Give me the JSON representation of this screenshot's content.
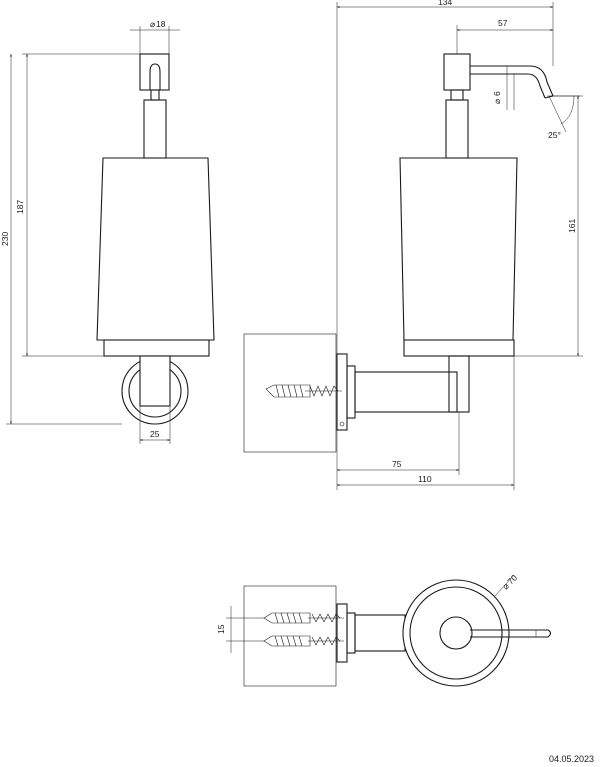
{
  "dimensions": {
    "front": {
      "top_diameter": "18",
      "height_187": "187",
      "height_230": "230",
      "bracket_width": "25"
    },
    "side": {
      "width_134": "134",
      "width_57": "57",
      "spout_diameter": "6",
      "spout_angle": "25°",
      "height_161": "161",
      "depth_75": "75",
      "depth_110": "110"
    },
    "top": {
      "spacing": "15",
      "diameter": "70"
    }
  },
  "date": "04.05.2023",
  "symbols": {
    "diameter": "⌀"
  }
}
